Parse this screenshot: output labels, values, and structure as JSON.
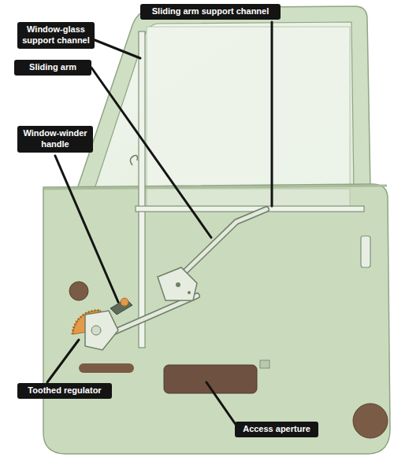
{
  "diagram": {
    "nodes": [
      {
        "text": [
          "Sliding arm support channel"
        ]
      },
      {
        "text": [
          "Window-glass support channel"
        ]
      },
      {
        "text": [
          "Sliding arm"
        ]
      },
      {
        "text": [
          "Window-winder handle"
        ]
      },
      {
        "text": [
          "Toothed regulator"
        ]
      },
      {
        "text": [
          "Access aperture"
        ]
      }
    ]
  }
}
